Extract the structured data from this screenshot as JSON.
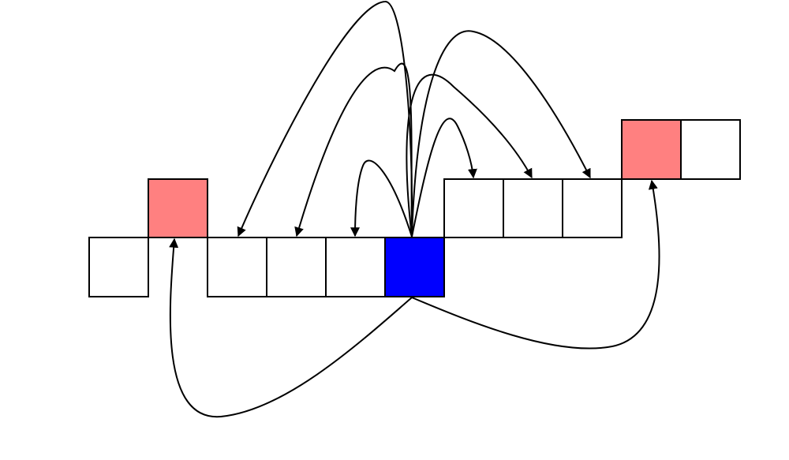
{
  "diagram": {
    "colors": {
      "background": "#ffffff",
      "empty": "#ffffff",
      "source": "#0000ff",
      "target": "#ff8080",
      "stroke": "#000000"
    },
    "cells": [
      {
        "id": "cell-1",
        "state": "empty"
      },
      {
        "id": "cell-2",
        "state": "target"
      },
      {
        "id": "cell-3",
        "state": "empty"
      },
      {
        "id": "cell-4",
        "state": "empty"
      },
      {
        "id": "cell-5",
        "state": "empty"
      },
      {
        "id": "cell-6",
        "state": "source"
      },
      {
        "id": "cell-7",
        "state": "empty"
      },
      {
        "id": "cell-8",
        "state": "empty"
      },
      {
        "id": "cell-9",
        "state": "empty"
      },
      {
        "id": "cell-10",
        "state": "target"
      },
      {
        "id": "cell-11",
        "state": "empty"
      }
    ],
    "arrows": [
      {
        "from": "cell-6",
        "to": "cell-3"
      },
      {
        "from": "cell-6",
        "to": "cell-4"
      },
      {
        "from": "cell-6",
        "to": "cell-5"
      },
      {
        "from": "cell-6",
        "to": "cell-7"
      },
      {
        "from": "cell-6",
        "to": "cell-8"
      },
      {
        "from": "cell-6",
        "to": "cell-9"
      },
      {
        "from": "cell-6",
        "to": "cell-2"
      },
      {
        "from": "cell-6",
        "to": "cell-10"
      }
    ]
  }
}
